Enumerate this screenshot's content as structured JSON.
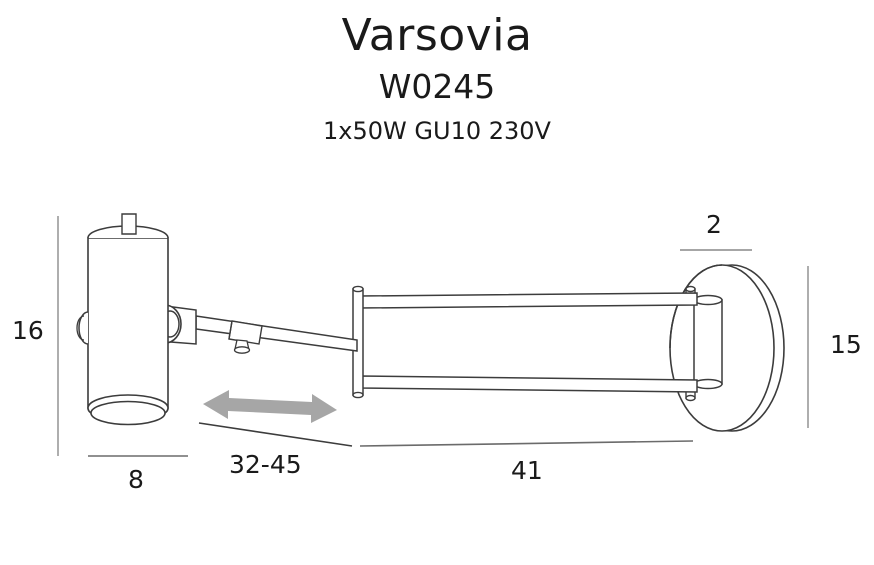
{
  "title_block": {
    "product_name": "Varsovia",
    "product_code": "W0245",
    "specification": "1x50W  GU10  230V"
  },
  "dimensions": {
    "head_height": "16",
    "head_diameter": "8",
    "arm_extension_range": "32-45",
    "total_reach": "41",
    "wall_plate_thickness": "2",
    "wall_plate_diameter": "15"
  },
  "colors": {
    "background": "#ffffff",
    "line": "#3c3c3c",
    "text": "#1a1a1a",
    "dimension_line": "#9a9a9a",
    "arrow_fill": "#a6a6a6"
  },
  "annotations": {
    "adjust_arrow": "double-headed-arrow"
  }
}
